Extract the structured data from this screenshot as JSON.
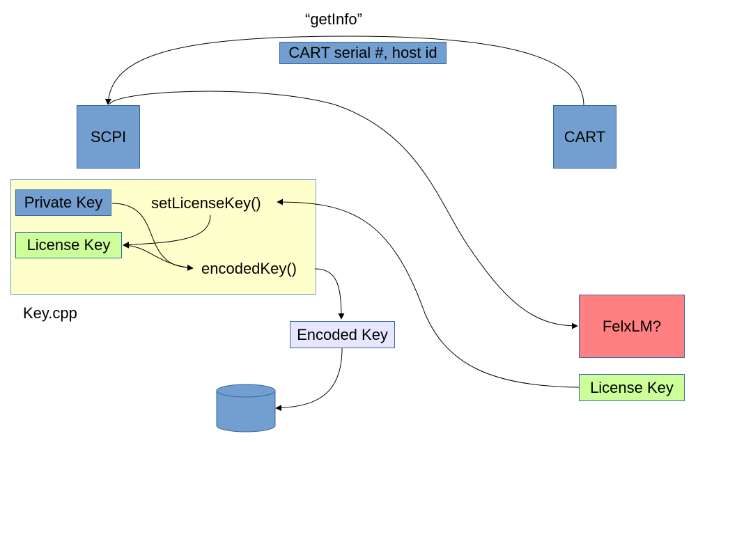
{
  "labels": {
    "get_info": "“getInfo”",
    "cart_serial": "CART serial #, host id",
    "scpi": "SCPI",
    "cart": "CART",
    "private_key": "Private Key",
    "set_license_key": "setLicenseKey()",
    "license_key": "License Key",
    "encoded_key_fn": "encodedKey()",
    "key_cpp": "Key.cpp",
    "encoded_key": "Encoded Key",
    "felxlm": "FelxLM?",
    "license_key_right": "License Key"
  },
  "colors": {
    "blue": "#729fcf",
    "green": "#ccff99",
    "red": "#ff8080",
    "lavender": "#e6e6ff",
    "note": "#ffffcc",
    "border": "#3465a4"
  }
}
